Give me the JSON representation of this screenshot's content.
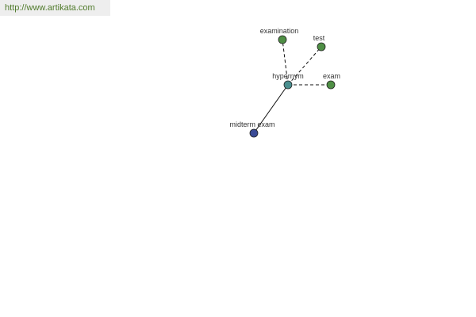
{
  "header": {
    "source_url": "http://www.artikata.com"
  },
  "graph": {
    "colors": {
      "hub": "#4a8f8f",
      "related": "#4f8f45",
      "child": "#3a4b96",
      "edge": "#111111"
    },
    "nodes": [
      {
        "id": "hypernym",
        "label": "hypernym",
        "role": "hub"
      },
      {
        "id": "examination",
        "label": "examination",
        "role": "related"
      },
      {
        "id": "test",
        "label": "test",
        "role": "related"
      },
      {
        "id": "exam",
        "label": "exam",
        "role": "related"
      },
      {
        "id": "midterm-exam",
        "label": "midterm exam",
        "role": "child"
      }
    ],
    "edges": [
      {
        "from": "hypernym",
        "to": "examination",
        "style": "dashed"
      },
      {
        "from": "hypernym",
        "to": "test",
        "style": "dashed"
      },
      {
        "from": "hypernym",
        "to": "exam",
        "style": "dashed"
      },
      {
        "from": "hypernym",
        "to": "midterm-exam",
        "style": "solid"
      }
    ]
  }
}
